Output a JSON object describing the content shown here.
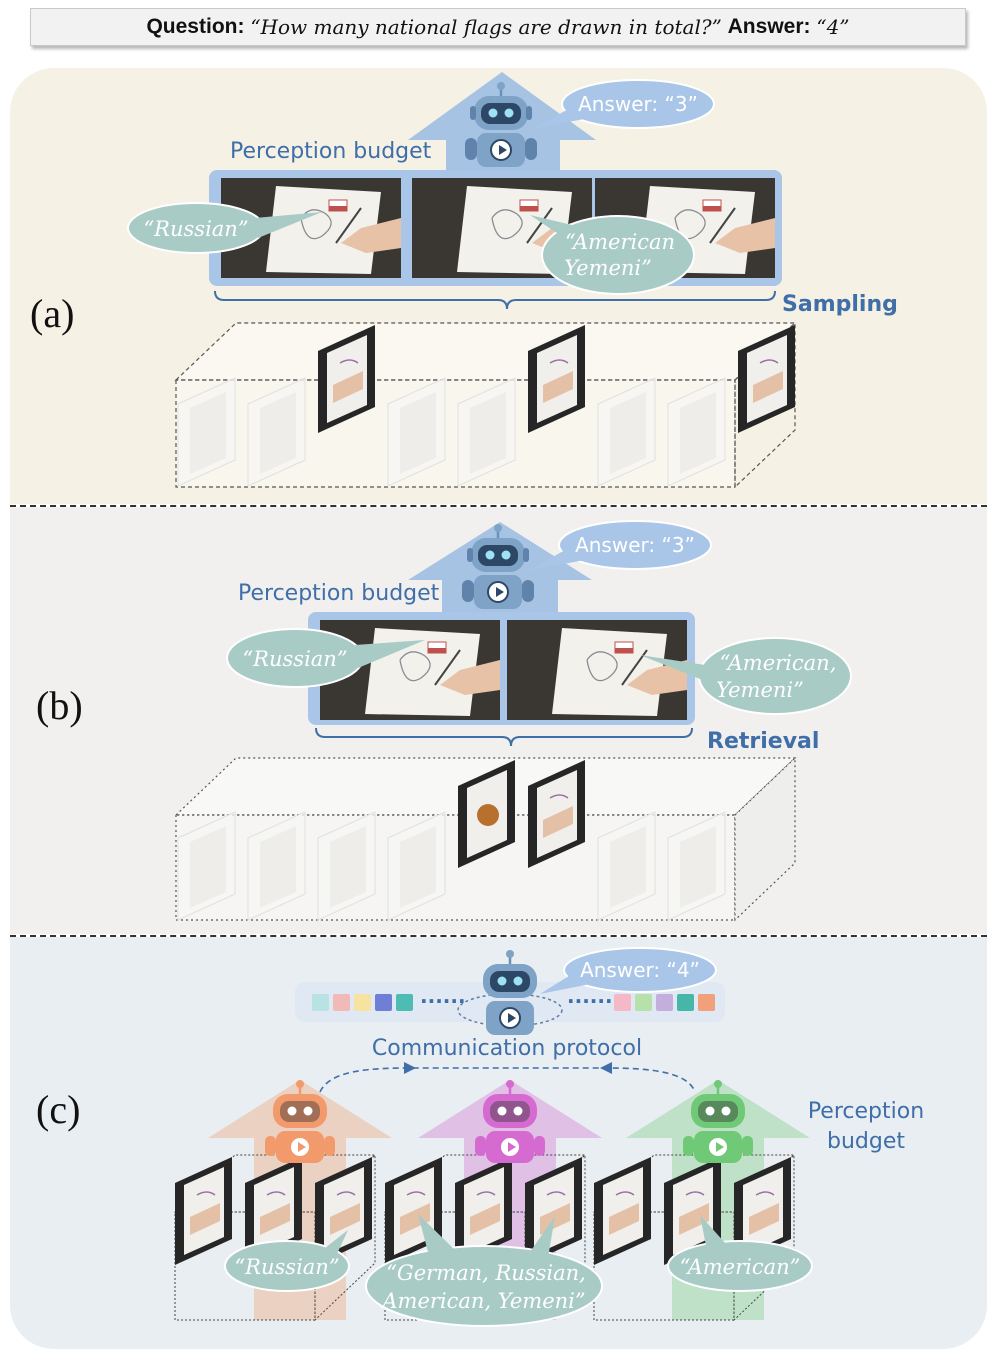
{
  "question_label": "Question:",
  "question_text": "“How many national flags are drawn in total?”",
  "answer_label": "Answer:",
  "answer_text": "“4”",
  "panel_a": {
    "label": "(a)",
    "answer": "Answer: “3”",
    "perception_budget": "Perception budget",
    "sampling": "Sampling",
    "bubble_left": "“Russian”",
    "bubble_right_l1": "“American",
    "bubble_right_l2": "Yemeni”"
  },
  "panel_b": {
    "label": "(b)",
    "answer": "Answer: “3”",
    "perception_budget": "Perception budget",
    "retrieval": "Retrieval",
    "bubble_left": "“Russian”",
    "bubble_right_l1": "“American,",
    "bubble_right_l2": "Yemeni”"
  },
  "panel_c": {
    "label": "(c)",
    "answer": "Answer: “4”",
    "communication_protocol": "Communication protocol",
    "perception_l1": "Perception",
    "perception_l2": "budget",
    "bubble_left": "“Russian”",
    "bubble_mid_l1": "“German, Russian,",
    "bubble_mid_l2": "American, Yemeni”",
    "bubble_right": "“American”",
    "token_colors_left": [
      "#b7e3e3",
      "#f2b9b9",
      "#f6e3a0",
      "#6f7fd6",
      "#4dbcb2"
    ],
    "token_colors_right": [
      "#f5b8c6",
      "#b6e1a9",
      "#c4aedc",
      "#46b6a8",
      "#f0a07a"
    ],
    "agent_colors": [
      "#f29a6b",
      "#d56bd0",
      "#6fc977"
    ]
  },
  "colors": {
    "text_blue": "#3f6ea8",
    "bubble_fill": "#a9cbc6",
    "arrow_blue": "#a7c3e3",
    "frame_blue": "#a9c5e8"
  }
}
